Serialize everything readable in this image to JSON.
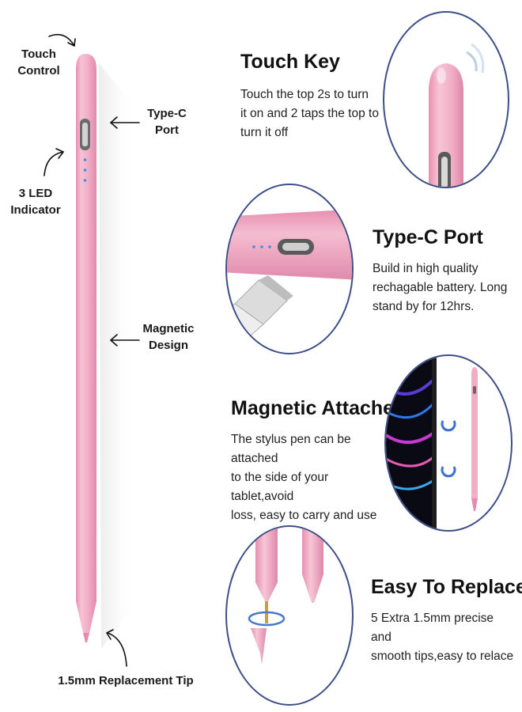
{
  "main_pen": {
    "touch_control": [
      "Touch",
      "Control"
    ],
    "type_c_port": [
      "Type-C",
      "Port"
    ],
    "led_indicator": [
      "3 LED",
      "Indicator"
    ],
    "magnetic_design": [
      "Magnetic",
      "Design"
    ],
    "replacement_tip": "1.5mm Replacement Tip"
  },
  "features": [
    {
      "title": "Touch Key",
      "lines": [
        "Touch the top 2s to turn",
        "it on and 2 taps the top to",
        "turn it off"
      ]
    },
    {
      "title": "Type-C Port",
      "lines": [
        "Build in high quality",
        "rechagable battery. Long",
        "stand by for 12hrs."
      ]
    },
    {
      "title": "Magnetic Attaches",
      "lines": [
        "The stylus pen can be attached",
        "to the side of your tablet,avoid",
        "loss, easy to carry and use"
      ]
    },
    {
      "title": "Easy To Replace",
      "lines": [
        "5 Extra 1.5mm precise and",
        "smooth tips,easy to relace"
      ]
    }
  ],
  "colors": {
    "pen_pink": "#f2aec4",
    "pen_shade": "#e48fae",
    "circle_border": "#3e4f87",
    "led_blue": "#3a8cf0"
  }
}
